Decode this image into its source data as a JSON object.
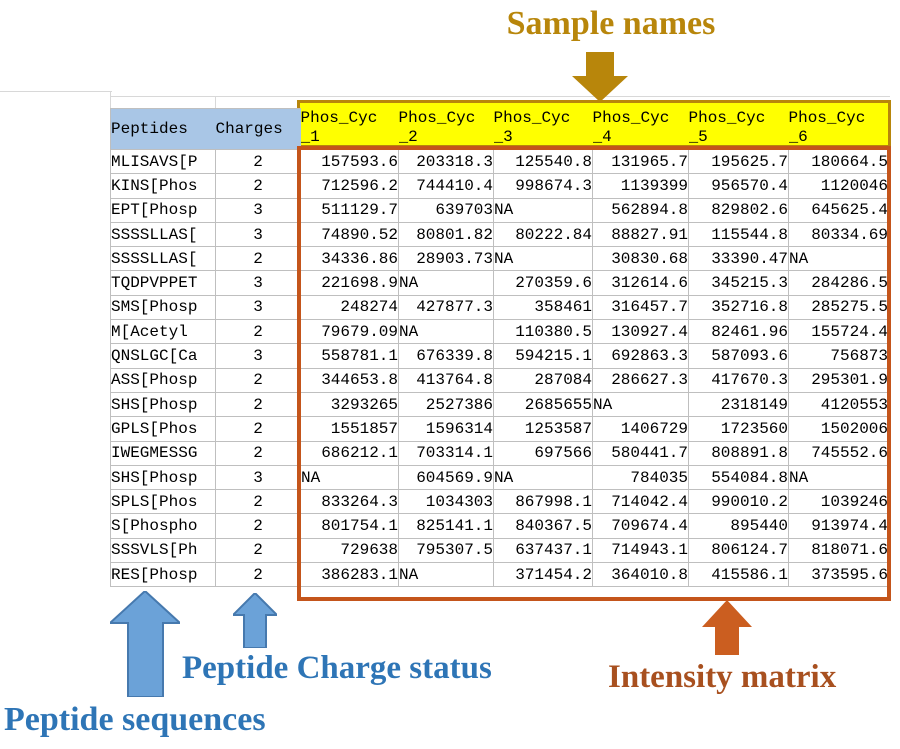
{
  "table": {
    "header": {
      "peptides": "Peptides",
      "charges": "Charges",
      "samples": [
        {
          "line1": "Phos_Cyc",
          "line2": "_1"
        },
        {
          "line1": "Phos_Cyc",
          "line2": "_2"
        },
        {
          "line1": "Phos_Cyc",
          "line2": "_3"
        },
        {
          "line1": "Phos_Cyc",
          "line2": "_4"
        },
        {
          "line1": "Phos_Cyc",
          "line2": "_5"
        },
        {
          "line1": "Phos_Cyc",
          "line2": "_6"
        }
      ]
    },
    "rows": [
      {
        "peptide": "MLISAVS[P",
        "charge": "2",
        "values": [
          "157593.6",
          "203318.3",
          "125540.8",
          "131965.7",
          "195625.7",
          "180664.5"
        ]
      },
      {
        "peptide": "KINS[Phos",
        "charge": "2",
        "values": [
          "712596.2",
          "744410.4",
          "998674.3",
          "1139399",
          "956570.4",
          "1120046"
        ]
      },
      {
        "peptide": "EPT[Phosp",
        "charge": "3",
        "values": [
          "511129.7",
          "639703",
          "NA",
          "562894.8",
          "829802.6",
          "645625.4"
        ]
      },
      {
        "peptide": "SSSSLLAS[",
        "charge": "3",
        "values": [
          "74890.52",
          "80801.82",
          "80222.84",
          "88827.91",
          "115544.8",
          "80334.69"
        ]
      },
      {
        "peptide": "SSSSLLAS[",
        "charge": "2",
        "values": [
          "34336.86",
          "28903.73",
          "NA",
          "30830.68",
          "33390.47",
          "NA"
        ]
      },
      {
        "peptide": "TQDPVPPET",
        "charge": "3",
        "values": [
          "221698.9",
          "NA",
          "270359.6",
          "312614.6",
          "345215.3",
          "284286.5"
        ]
      },
      {
        "peptide": "SMS[Phosp",
        "charge": "3",
        "values": [
          "248274",
          "427877.3",
          "358461",
          "316457.7",
          "352716.8",
          "285275.5"
        ]
      },
      {
        "peptide": "M[Acetyl",
        "charge": "2",
        "values": [
          "79679.09",
          "NA",
          "110380.5",
          "130927.4",
          "82461.96",
          "155724.4"
        ]
      },
      {
        "peptide": "QNSLGC[Ca",
        "charge": "3",
        "values": [
          "558781.1",
          "676339.8",
          "594215.1",
          "692863.3",
          "587093.6",
          "756873"
        ]
      },
      {
        "peptide": "ASS[Phosp",
        "charge": "2",
        "values": [
          "344653.8",
          "413764.8",
          "287084",
          "286627.3",
          "417670.3",
          "295301.9"
        ]
      },
      {
        "peptide": "SHS[Phosp",
        "charge": "2",
        "values": [
          "3293265",
          "2527386",
          "2685655",
          "NA",
          "2318149",
          "4120553"
        ]
      },
      {
        "peptide": "GPLS[Phos",
        "charge": "2",
        "values": [
          "1551857",
          "1596314",
          "1253587",
          "1406729",
          "1723560",
          "1502006"
        ]
      },
      {
        "peptide": "IWEGMESSG",
        "charge": "2",
        "values": [
          "686212.1",
          "703314.1",
          "697566",
          "580441.7",
          "808891.8",
          "745552.6"
        ]
      },
      {
        "peptide": "SHS[Phosp",
        "charge": "3",
        "values": [
          "NA",
          "604569.9",
          "NA",
          "784035",
          "554084.8",
          "NA"
        ]
      },
      {
        "peptide": "SPLS[Phos",
        "charge": "2",
        "values": [
          "833264.3",
          "1034303",
          "867998.1",
          "714042.4",
          "990010.2",
          "1039246"
        ]
      },
      {
        "peptide": "S[Phospho",
        "charge": "2",
        "values": [
          "801754.1",
          "825141.1",
          "840367.5",
          "709674.4",
          "895440",
          "913974.4"
        ]
      },
      {
        "peptide": "SSSVLS[Ph",
        "charge": "2",
        "values": [
          "729638",
          "795307.5",
          "637437.1",
          "714943.1",
          "806124.7",
          "818071.6"
        ]
      },
      {
        "peptide": "RES[Phosp",
        "charge": "2",
        "values": [
          "386283.1",
          "NA",
          "371454.2",
          "364010.8",
          "415586.1",
          "373595.6"
        ]
      }
    ],
    "missing_value_text": "NA"
  },
  "annotations": {
    "sample_names": "Sample names",
    "peptide_sequences": "Peptide sequences",
    "charge_status": "Peptide Charge status",
    "intensity_matrix": "Intensity matrix"
  },
  "colors": {
    "header_fill_blue": "#a9c6e6",
    "sample_header_fill": "#ffff00",
    "sample_box_and_label_gold": "#b8860b",
    "intensity_box_orange": "#c4551b",
    "intensity_label_orange": "#a8501f",
    "blue_label": "#2e75b6",
    "blue_arrow_fill": "#6ba2d8",
    "gridline_grey": "#bfbfbf"
  }
}
